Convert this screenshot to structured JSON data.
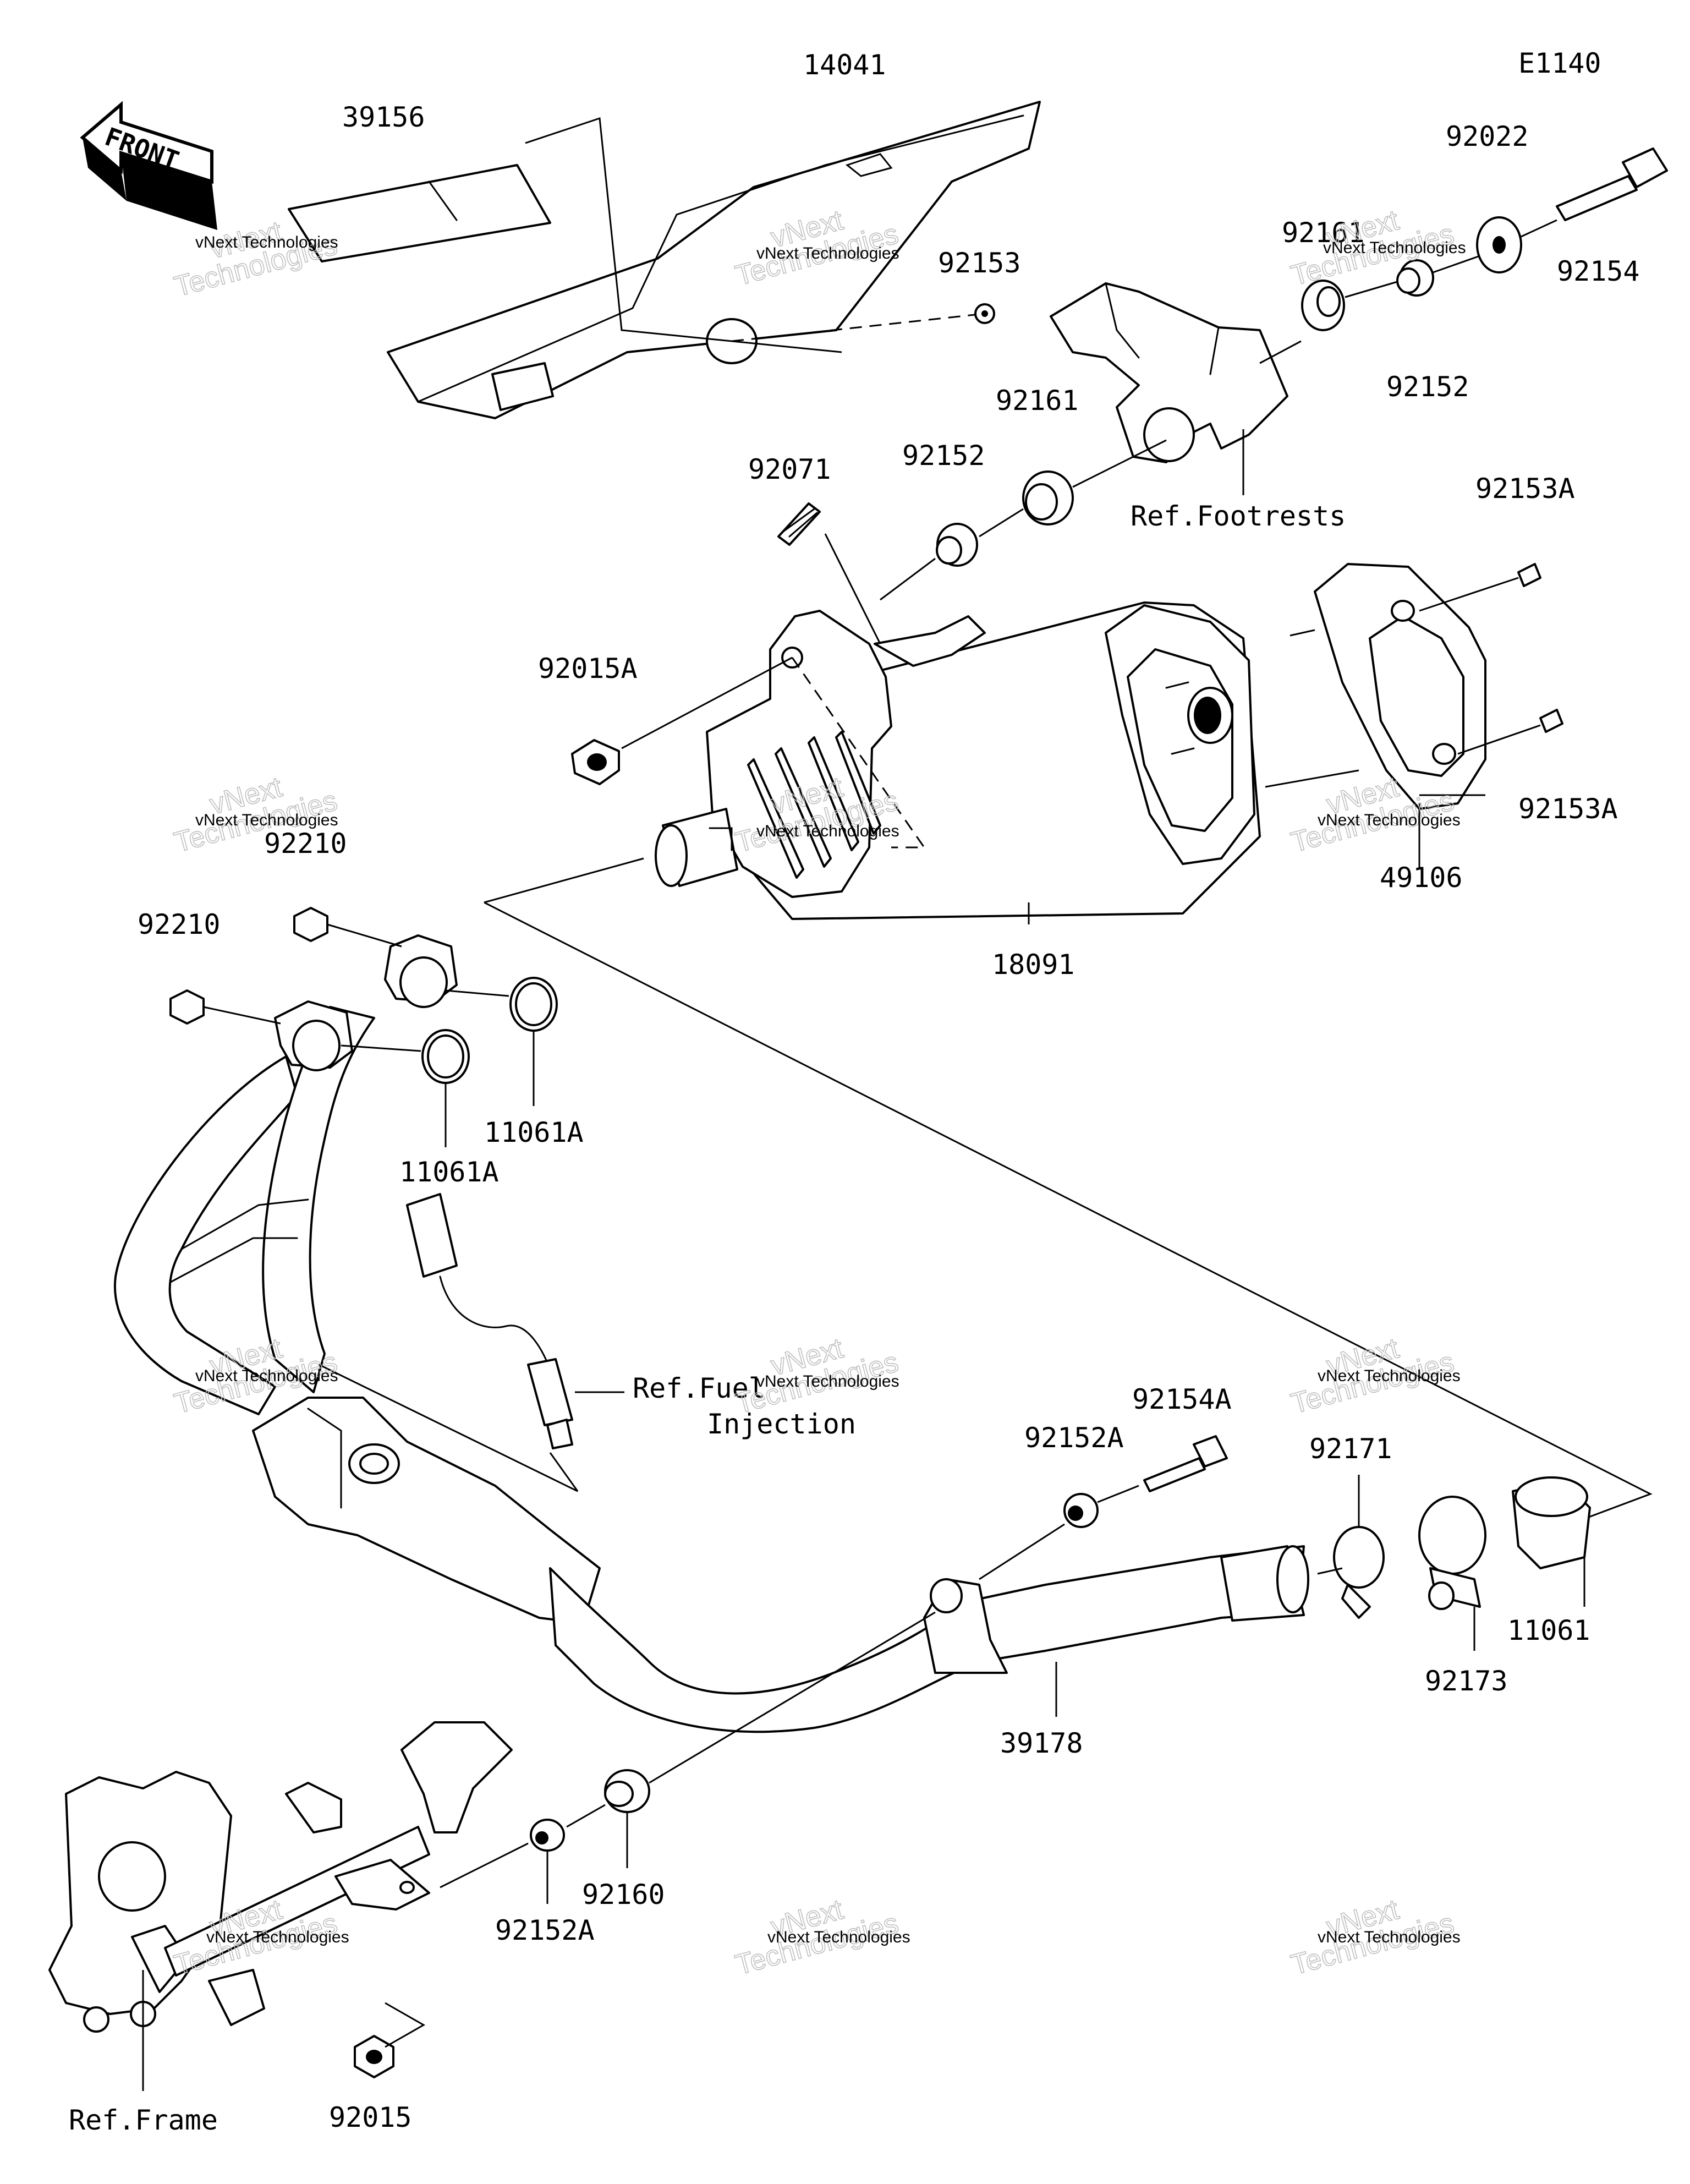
{
  "diagram_code": "E1140",
  "front_arrow_label": "FRONT",
  "parts": [
    {
      "id": "p14041",
      "label": "14041"
    },
    {
      "id": "p39156",
      "label": "39156"
    },
    {
      "id": "p92153",
      "label": "92153"
    },
    {
      "id": "p92022",
      "label": "92022"
    },
    {
      "id": "p92154",
      "label": "92154"
    },
    {
      "id": "p92161a",
      "label": "92161"
    },
    {
      "id": "p92152a",
      "label": "92152"
    },
    {
      "id": "p92161b",
      "label": "92161"
    },
    {
      "id": "p92152b",
      "label": "92152"
    },
    {
      "id": "p92071",
      "label": "92071"
    },
    {
      "id": "p92153A1",
      "label": "92153A"
    },
    {
      "id": "p92015A",
      "label": "92015A"
    },
    {
      "id": "p92153A2",
      "label": "92153A"
    },
    {
      "id": "p49106",
      "label": "49106"
    },
    {
      "id": "p18091",
      "label": "18091"
    },
    {
      "id": "p92210a",
      "label": "92210"
    },
    {
      "id": "p92210b",
      "label": "92210"
    },
    {
      "id": "p11061Aa",
      "label": "11061A"
    },
    {
      "id": "p11061Ab",
      "label": "11061A"
    },
    {
      "id": "p92154A",
      "label": "92154A"
    },
    {
      "id": "p92152A1",
      "label": "92152A"
    },
    {
      "id": "p92171",
      "label": "92171"
    },
    {
      "id": "p11061",
      "label": "11061"
    },
    {
      "id": "p92173",
      "label": "92173"
    },
    {
      "id": "p39178",
      "label": "39178"
    },
    {
      "id": "p92160",
      "label": "92160"
    },
    {
      "id": "p92152A2",
      "label": "92152A"
    },
    {
      "id": "p92015",
      "label": "92015"
    }
  ],
  "references": {
    "footrests": "Ref.Footrests",
    "fuel_line1": "Ref.Fuel",
    "fuel_line2": "Injection",
    "frame": "Ref.Frame"
  },
  "watermark": {
    "small": "vNext Technologies",
    "big_line1": "vNext",
    "big_line2": "Technologies"
  }
}
